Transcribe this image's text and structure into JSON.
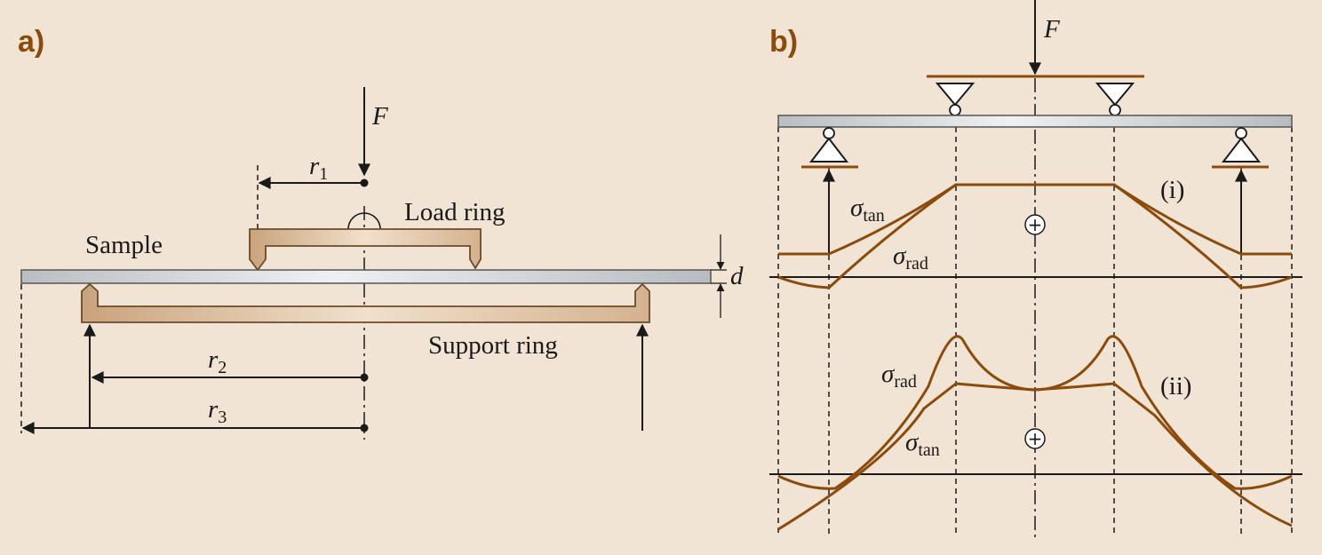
{
  "panel_a": {
    "label": "a)",
    "force": "F",
    "r1": "r",
    "r1_sub": "1",
    "r2": "r",
    "r2_sub": "2",
    "r3": "r",
    "r3_sub": "3",
    "load_ring": "Load ring",
    "sample": "Sample",
    "support_ring": "Support ring",
    "thickness": "d"
  },
  "panel_b": {
    "label": "b)",
    "force": "F",
    "case_i": "(i)",
    "case_ii": "(ii)",
    "sigma": "σ",
    "tan_sub": "tan",
    "rad_sub": "rad",
    "plus_symbol": "+"
  },
  "colors": {
    "background": "#f1e4d5",
    "accent": "#8a4b0c",
    "ring_fill": "#d9b899",
    "sample_fill": "#c8cdd0"
  }
}
